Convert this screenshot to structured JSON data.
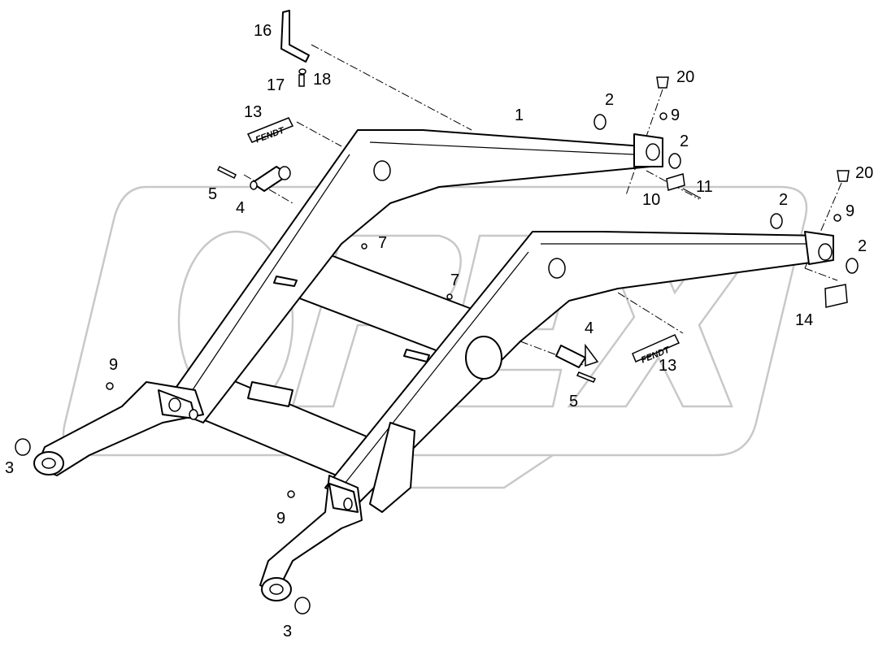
{
  "watermark": {
    "brand": "OPEX",
    "color": "#c8c8c8"
  },
  "decals": {
    "decal_text": "FENDT"
  },
  "callouts": [
    {
      "id": "c16",
      "label": "16"
    },
    {
      "id": "c17",
      "label": "17"
    },
    {
      "id": "c18",
      "label": "18"
    },
    {
      "id": "c13a",
      "label": "13"
    },
    {
      "id": "c1",
      "label": "1"
    },
    {
      "id": "c2a",
      "label": "2"
    },
    {
      "id": "c20a",
      "label": "20"
    },
    {
      "id": "c9a",
      "label": "9"
    },
    {
      "id": "c2b",
      "label": "2"
    },
    {
      "id": "c11",
      "label": "11"
    },
    {
      "id": "c10",
      "label": "10"
    },
    {
      "id": "c5a",
      "label": "5"
    },
    {
      "id": "c4a",
      "label": "4"
    },
    {
      "id": "c20b",
      "label": "20"
    },
    {
      "id": "c2c",
      "label": "2"
    },
    {
      "id": "c9b",
      "label": "9"
    },
    {
      "id": "c2d",
      "label": "2"
    },
    {
      "id": "c7a",
      "label": "7"
    },
    {
      "id": "c7b",
      "label": "7"
    },
    {
      "id": "c14",
      "label": "14"
    },
    {
      "id": "c4b",
      "label": "4"
    },
    {
      "id": "c13b",
      "label": "13"
    },
    {
      "id": "c5b",
      "label": "5"
    },
    {
      "id": "c9c",
      "label": "9"
    },
    {
      "id": "c3a",
      "label": "3"
    },
    {
      "id": "c9d",
      "label": "9"
    },
    {
      "id": "c3b",
      "label": "3"
    }
  ]
}
